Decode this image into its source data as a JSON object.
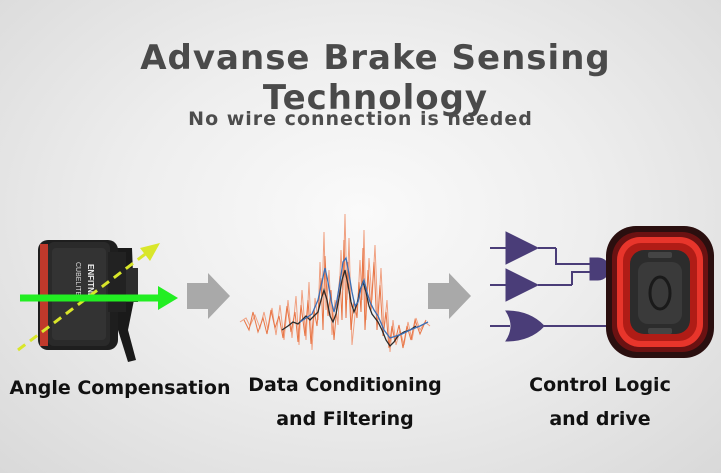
{
  "title": "Advanse Brake Sensing Technology",
  "subtitle": "No wire connection is needed",
  "stages": [
    {
      "label_line1": "Angle Compensation",
      "label_line2": ""
    },
    {
      "label_line1": "Data Conditioning",
      "label_line2": "and Filtering"
    },
    {
      "label_line1": "Control Logic",
      "label_line2": "and drive"
    }
  ],
  "device_text": {
    "brand": "ENFITNIX",
    "model": "CUBELITE II"
  },
  "colors": {
    "title": "#4a4a4a",
    "arrow_gray": "#a9a9a9",
    "green_axis": "#22ee22",
    "yellow_axis": "#d9e62a",
    "logic_purple": "#4a3d78",
    "light_red": "#e8352b"
  }
}
